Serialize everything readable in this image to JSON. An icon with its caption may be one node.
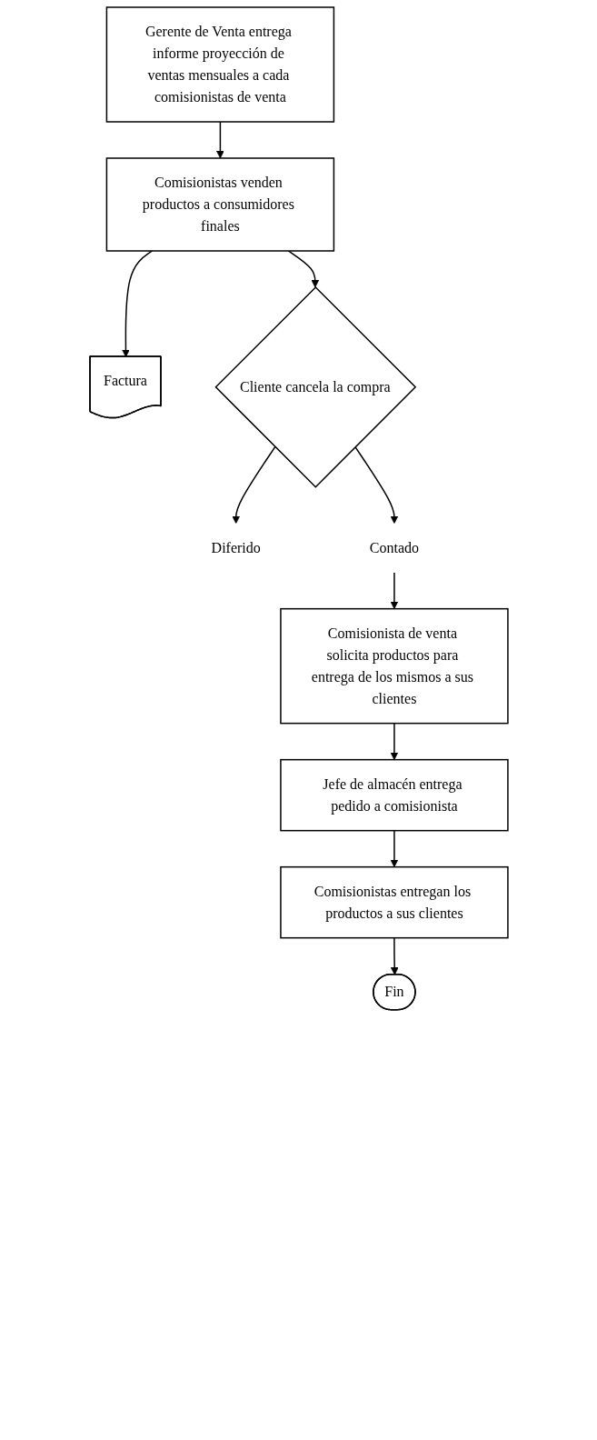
{
  "diagram": {
    "nodes": [
      {
        "text": [
          "Gerente de Venta entrega informe proyección de ventas mensuales a cada comisionistas de venta"
        ]
      },
      {
        "text": [
          "Comisionistas venden productos a consumidores finales"
        ]
      },
      {
        "text": [
          "Factura"
        ]
      },
      {
        "text": [
          "Cliente cancela la compra"
        ]
      },
      {
        "text": [
          "Diferido"
        ]
      },
      {
        "text": [
          "Contado"
        ]
      },
      {
        "text": [
          "Comisionista de venta solicita productos para entrega de los mismos a sus clientes"
        ]
      },
      {
        "text": [
          "Jefe de almacén entrega pedido a comisionista"
        ]
      },
      {
        "text": [
          "Comisionistas entregan los productos a sus clientes"
        ]
      },
      {
        "text": [
          "Fin"
        ]
      }
    ],
    "edges": [
      {
        "from": 0,
        "to": 1,
        "arrow": "to"
      },
      {
        "from": 1,
        "to": 2,
        "arrow": "to"
      },
      {
        "from": 1,
        "to": 3,
        "arrow": "to"
      },
      {
        "from": 3,
        "to": 4,
        "arrow": "to"
      },
      {
        "from": 3,
        "to": 5,
        "arrow": "to"
      },
      {
        "from": 5,
        "to": 6,
        "arrow": "to"
      },
      {
        "from": 6,
        "to": 7,
        "arrow": "to"
      },
      {
        "from": 7,
        "to": 8,
        "arrow": "to"
      },
      {
        "from": 8,
        "to": 9,
        "arrow": "to"
      }
    ]
  }
}
